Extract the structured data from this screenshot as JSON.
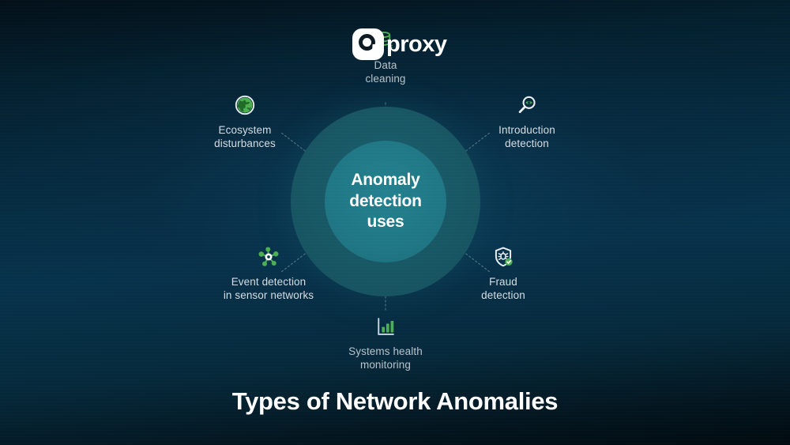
{
  "title": "Types of Network Anomalies",
  "hub": {
    "line1": "Anomaly",
    "line2": "detection",
    "line3": "uses"
  },
  "watermark": {
    "brand": "proxy",
    "mark": "9proxy-logo-mark"
  },
  "nodes": [
    {
      "id": "data",
      "label": "Data\ncleaning",
      "icon": "database-cleaning-icon"
    },
    {
      "id": "intro",
      "label": "Introduction\ndetection",
      "icon": "magnifier-eye-icon"
    },
    {
      "id": "fraud",
      "label": "Fraud\ndetection",
      "icon": "shield-bug-check-icon"
    },
    {
      "id": "sys",
      "label": "Systems health\nmonitoring",
      "icon": "bar-chart-icon"
    },
    {
      "id": "event",
      "label": "Event detection\nin sensor networks",
      "icon": "sensor-network-icon"
    },
    {
      "id": "eco",
      "label": "Ecosystem\ndisturbances",
      "icon": "globe-icon"
    }
  ],
  "colors": {
    "background_top": "#031019",
    "background_mid": "#07334c",
    "ring_outer": "#16505d",
    "ring_inner": "#1d7180",
    "accent_green": "#4caf50",
    "text_primary": "#ffffff",
    "text_secondary": "#d6dde2",
    "connector": "#8fa8b4"
  }
}
